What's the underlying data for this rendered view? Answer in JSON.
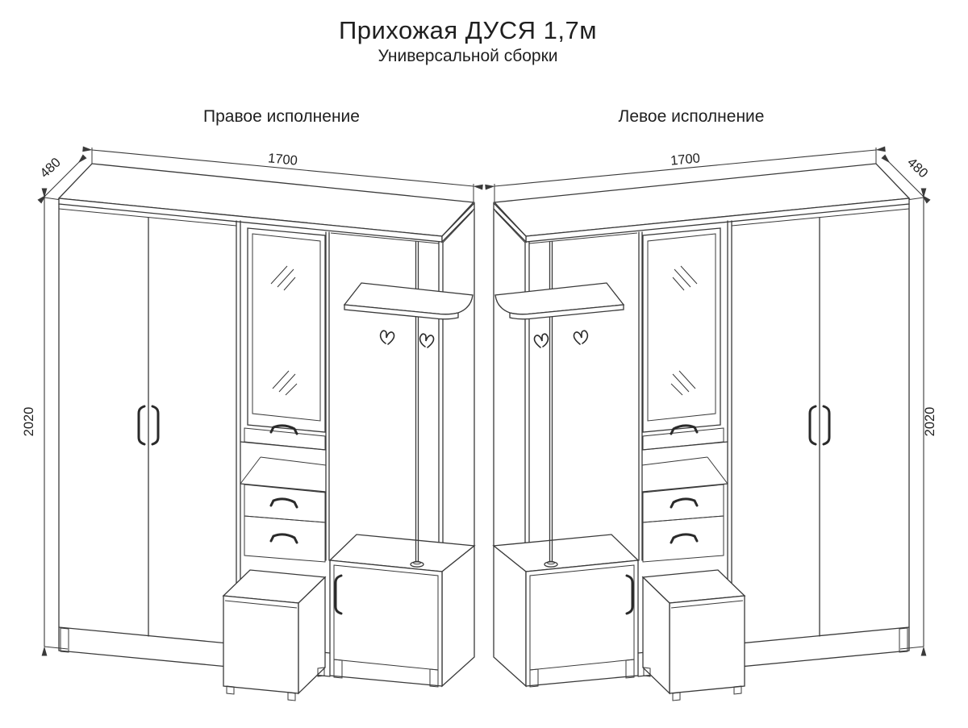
{
  "title": "Прихожая ДУСЯ 1,7м",
  "subtitle": "Универсальной сборки",
  "variants": [
    {
      "label": "Правое исполнение"
    },
    {
      "label": "Левое исполнение"
    }
  ],
  "dimensions": {
    "width": "1700",
    "depth": "480",
    "height": "2020"
  },
  "line_color": "#3a3a3a"
}
